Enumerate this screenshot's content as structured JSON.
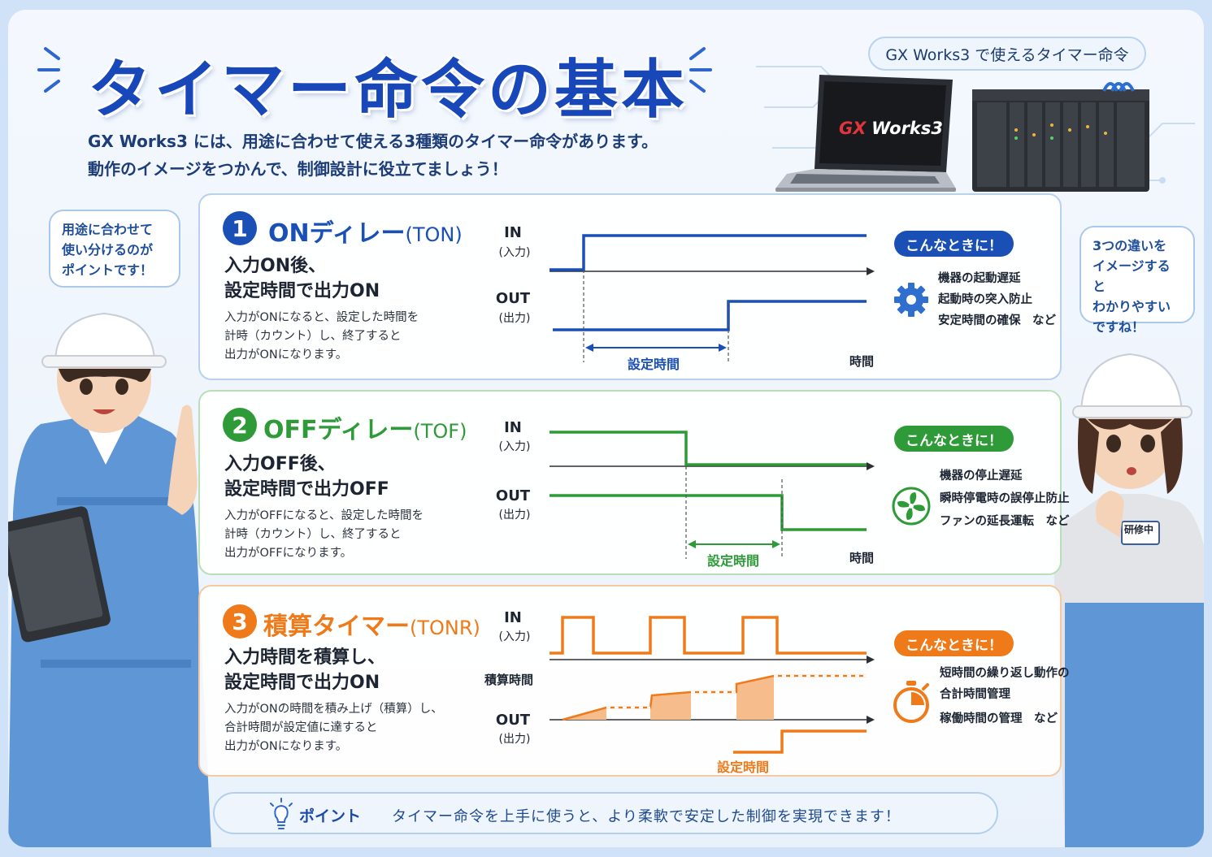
{
  "title": "タイマー命令の基本",
  "badge": "GX Works3 で使えるタイマー命令",
  "intro": [
    "GX Works3 には、用途に合わせて使える3種類のタイマー命令があります。",
    "動作のイメージをつかんで、制御設計に役立てましょう！"
  ],
  "laptop_logo": {
    "gx": "GX",
    "works": "Works3"
  },
  "left_bubble": [
    "用途に合わせて",
    "使い分けるのが",
    "ポイントです！"
  ],
  "right_bubble": [
    "3つの違いを",
    "イメージすると",
    "わかりやすい",
    "ですね！"
  ],
  "name_tag": "研修中",
  "colors": {
    "blue": "#1a4fb5",
    "green": "#2f9a38",
    "orange": "#ef7a1a"
  },
  "panels": [
    {
      "num": "1",
      "name": "ONディレー",
      "code": "(TON)",
      "sub": [
        "入力ON後、",
        "設定時間で出力ON"
      ],
      "desc": [
        "入力がONになると、設定した時間を",
        "計時（カウント）し、終了すると",
        "出力がONになります。"
      ],
      "in_label": "IN",
      "in_sub": "(入力)",
      "out_label": "OUT",
      "out_sub": "(出力)",
      "set_time": "設定時間",
      "time": "時間",
      "tag": "こんなときに！",
      "icon": "gear-icon",
      "uses": [
        "機器の起動遅延",
        "起動時の突入防止",
        "安定時間の確保　など"
      ]
    },
    {
      "num": "2",
      "name": "OFFディレー",
      "code": "(TOF)",
      "sub": [
        "入力OFF後、",
        "設定時間で出力OFF"
      ],
      "desc": [
        "入力がOFFになると、設定した時間を",
        "計時（カウント）し、終了すると",
        "出力がOFFになります。"
      ],
      "in_label": "IN",
      "in_sub": "(入力)",
      "out_label": "OUT",
      "out_sub": "(出力)",
      "set_time": "設定時間",
      "time": "時間",
      "tag": "こんなときに！",
      "icon": "fan-icon",
      "uses": [
        "機器の停止遅延",
        "瞬時停電時の誤停止防止",
        "ファンの延長運転　など"
      ]
    },
    {
      "num": "3",
      "name": "積算タイマー",
      "code": "(TONR)",
      "sub": [
        "入力時間を積算し、",
        "設定時間で出力ON"
      ],
      "desc": [
        "入力がONの時間を積み上げ（積算）し、",
        "合計時間が設定値に達すると",
        "出力がONになります。"
      ],
      "in_label": "IN",
      "in_sub": "(入力)",
      "accum_label": "積算時間",
      "out_label": "OUT",
      "out_sub": "(出力)",
      "set_time": "設定時間",
      "tag": "こんなときに！",
      "icon": "stopwatch-icon",
      "uses": [
        "短時間の繰り返し動作の",
        "合計時間管理",
        "稼働時間の管理　など"
      ]
    }
  ],
  "footer": {
    "icon": "lightbulb-icon",
    "label": "ポイント",
    "text": "タイマー命令を上手に使うと、より柔軟で安定した制御を実現できます！"
  }
}
